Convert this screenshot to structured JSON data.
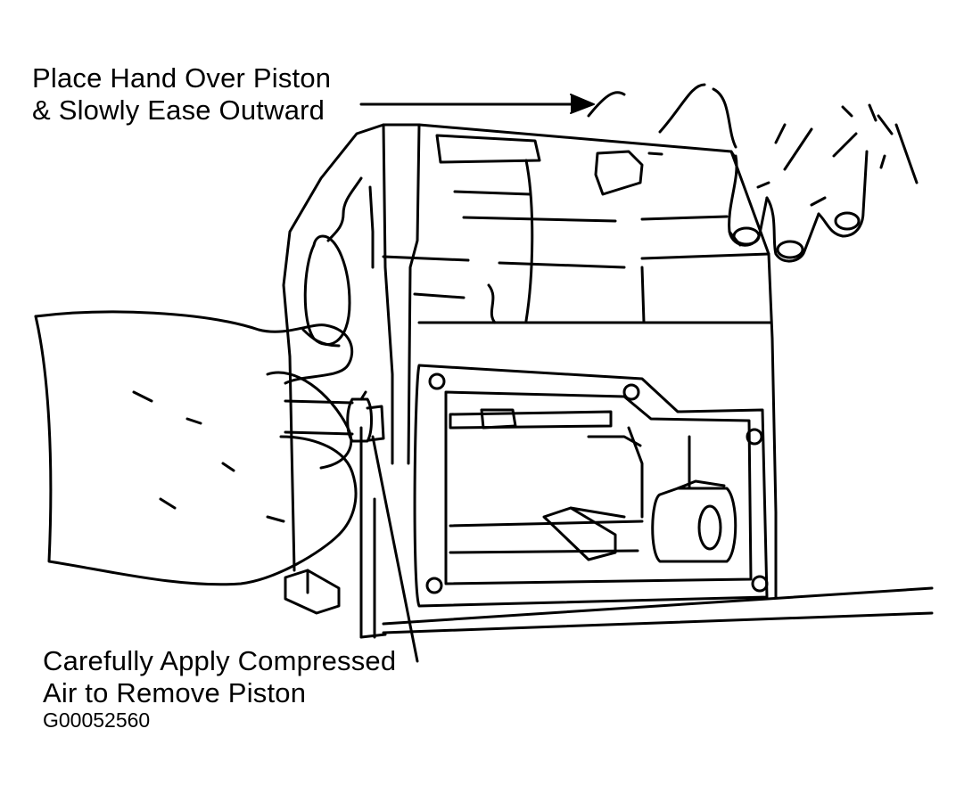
{
  "callouts": {
    "top": {
      "line1": "Place Hand Over Piston",
      "line2": "& Slowly Ease Outward"
    },
    "bottom": {
      "line1": "Carefully Apply Compressed",
      "line2": "Air to Remove Piston"
    }
  },
  "figure_id": "G00052560",
  "colors": {
    "ink": "#000000",
    "paper": "#ffffff"
  }
}
